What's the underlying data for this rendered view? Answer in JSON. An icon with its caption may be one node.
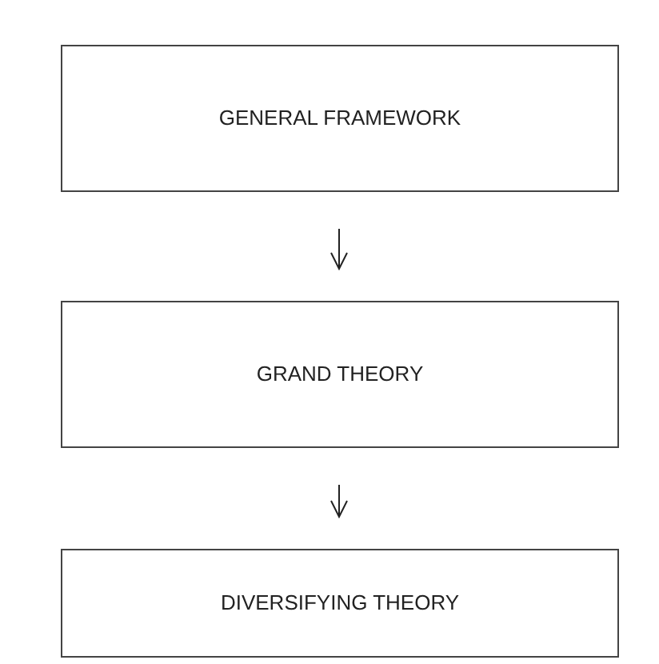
{
  "diagram": {
    "nodes": [
      {
        "text": [
          "GENERAL FRAMEWORK"
        ]
      },
      {
        "text": [
          "GRAND THEORY"
        ]
      },
      {
        "text": [
          "DIVERSIFYING THEORY"
        ]
      }
    ],
    "edges": [
      {
        "from": 0,
        "to": 1,
        "arrow": "to"
      },
      {
        "from": 1,
        "to": 2,
        "arrow": "to"
      }
    ]
  }
}
